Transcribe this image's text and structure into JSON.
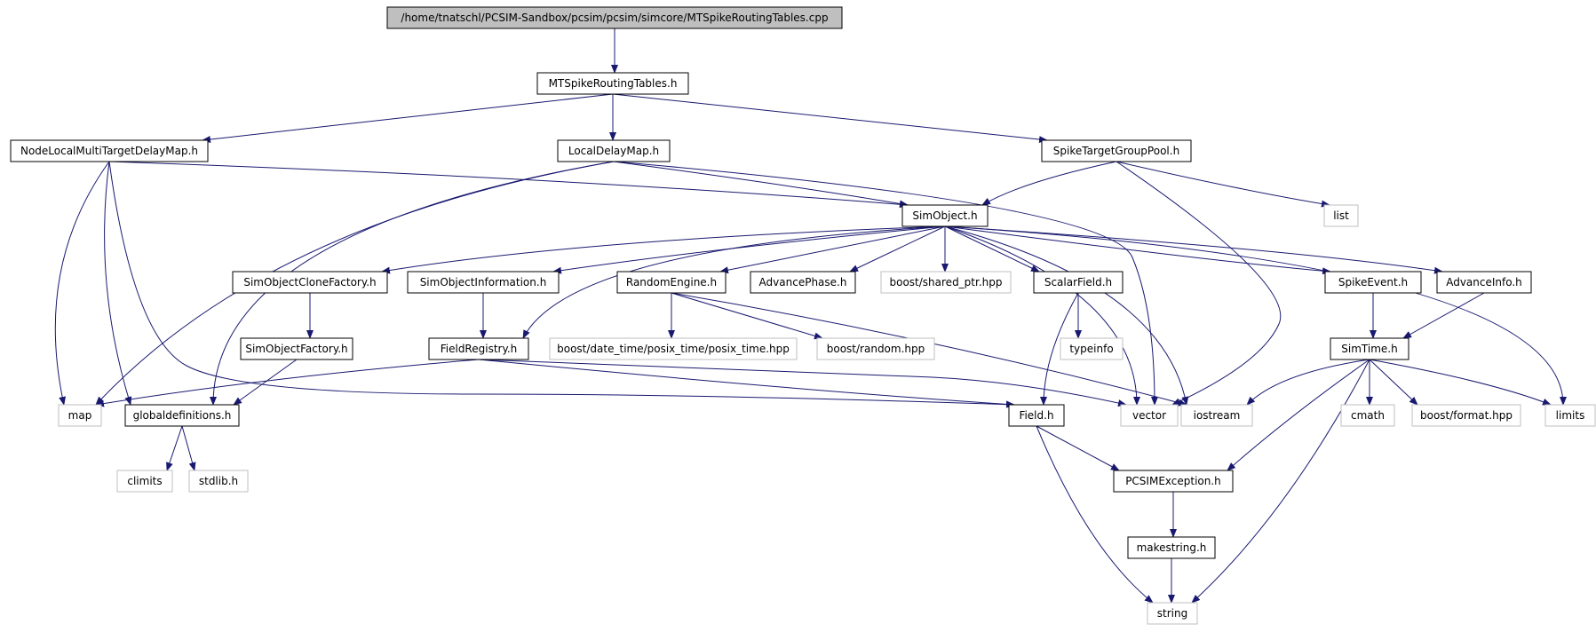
{
  "graph": {
    "root": "/home/tnatschl/PCSIM-Sandbox/pcsim/pcsim/simcore/MTSpikeRoutingTables.cpp",
    "nodes": {
      "root": "/home/tnatschl/PCSIM-Sandbox/pcsim/pcsim/simcore/MTSpikeRoutingTables.cpp",
      "mtspike": "MTSpikeRoutingTables.h",
      "nodelocal": "NodeLocalMultiTargetDelayMap.h",
      "localdelay": "LocalDelayMap.h",
      "spiketarget": "SpikeTargetGroupPool.h",
      "simobject": "SimObject.h",
      "list": "list",
      "cloneFactory": "SimObjectCloneFactory.h",
      "information": "SimObjectInformation.h",
      "randomEngine": "RandomEngine.h",
      "advancePhase": "AdvancePhase.h",
      "sharedPtr": "boost/shared_ptr.hpp",
      "scalarField": "ScalarField.h",
      "spikeEvent": "SpikeEvent.h",
      "advanceInfo": "AdvanceInfo.h",
      "objFactory": "SimObjectFactory.h",
      "fieldRegistry": "FieldRegistry.h",
      "posix": "boost/date_time/posix_time/posix_time.hpp",
      "boostRandom": "boost/random.hpp",
      "typeinfo": "typeinfo",
      "simTime": "SimTime.h",
      "map": "map",
      "globaldefs": "globaldefinitions.h",
      "field": "Field.h",
      "vector": "vector",
      "iostream": "iostream",
      "cmath": "cmath",
      "boostFormat": "boost/format.hpp",
      "limits": "limits",
      "climits": "climits",
      "stdlib": "stdlib.h",
      "pcsimException": "PCSIMException.h",
      "makestring": "makestring.h",
      "string": "string"
    },
    "colors": {
      "edge": "#191970",
      "root_fill": "#bfbfbf",
      "documented_border": "#000000",
      "undocumented_border": "#bfbfbf",
      "text": "#000000"
    }
  }
}
